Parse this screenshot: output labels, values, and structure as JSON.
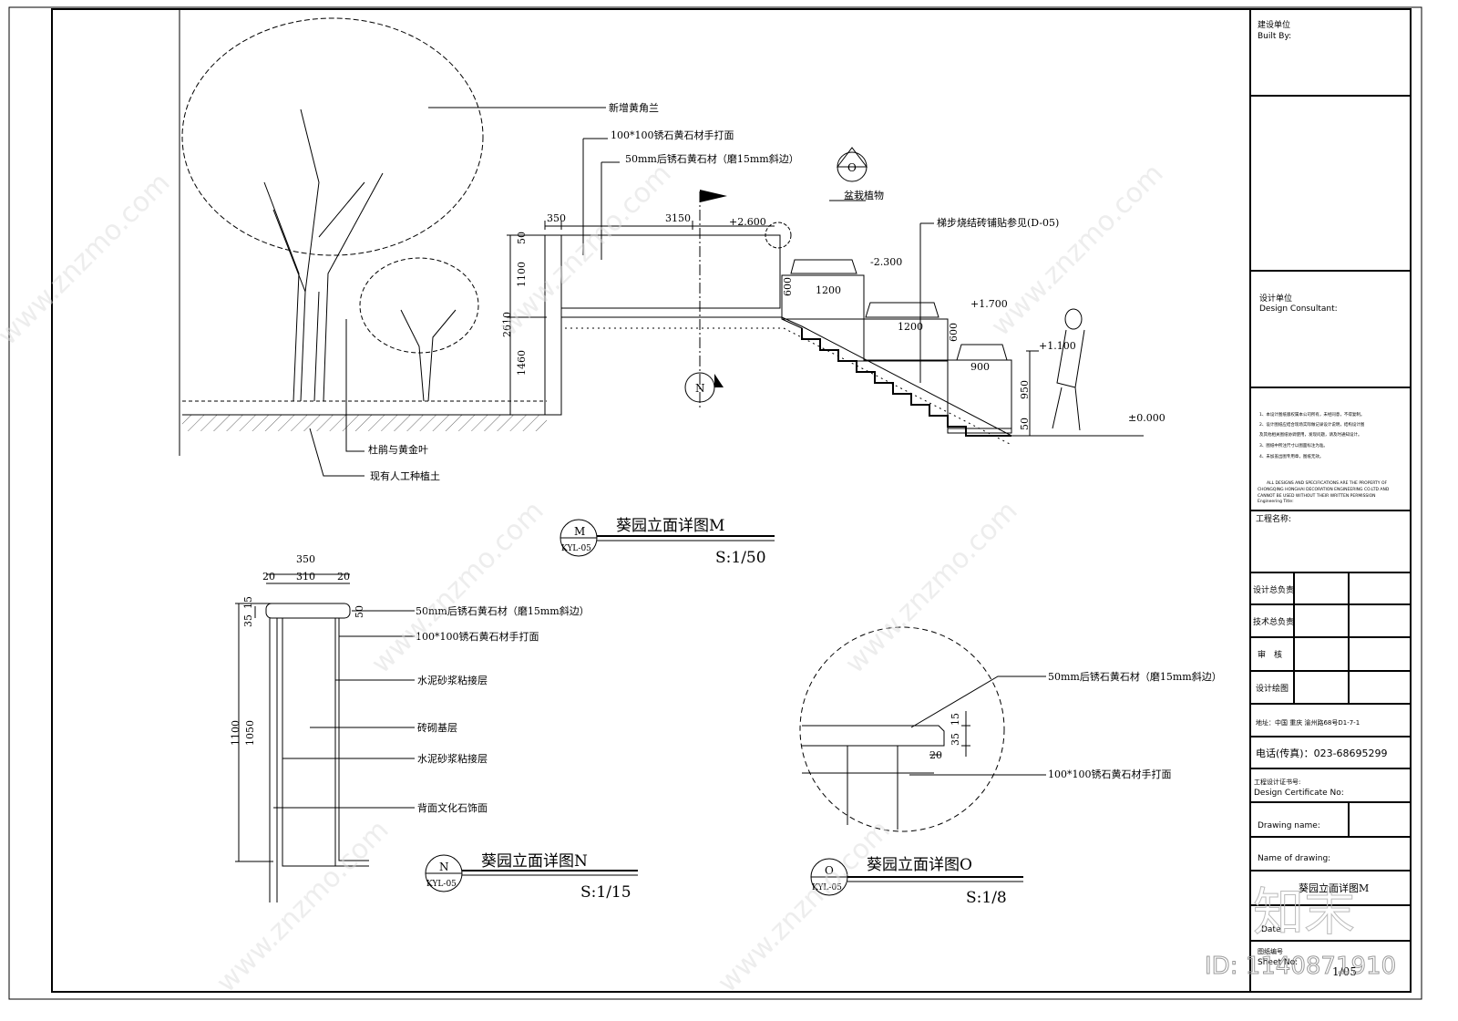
{
  "labels": {
    "plant_new": "新增黄角兰",
    "stone_100": "100*100锈石黄石材手打面",
    "stone_50": "50mm后锈石黄石材（磨15mm斜边）",
    "potted": "盆栽植物",
    "steps": "梯步烧结砖铺贴参见(D-05)",
    "azalea": "杜鹃与黄金叶",
    "soil": "现有人工种植土",
    "mortar1": "水泥砂浆粘接层",
    "brick": "砖砌基层",
    "mortar2": "水泥砂浆粘接层",
    "back": "背面文化石饰面"
  },
  "dims": {
    "d350": "350",
    "d3150": "3150",
    "d1100": "1100",
    "d2610": "2610",
    "d1460": "1460",
    "d50": "50",
    "d1200a": "1200",
    "d1200b": "1200",
    "d900": "900",
    "d600a": "600",
    "d600b": "600",
    "d950": "950",
    "d50b": "50",
    "e2600": "+2.600",
    "e2300": "-2.300",
    "e1700": "+1.700",
    "e1100": "+1.100",
    "e0": "±0.000",
    "n350": "350",
    "n310": "310",
    "n20a": "20",
    "n20b": "20",
    "n35": "35",
    "n15": "15",
    "n50": "50",
    "n1100": "1100",
    "n1050": "1050",
    "o35": "35",
    "o15": "15",
    "o20": "20"
  },
  "sections": [
    {
      "id": "M",
      "ref": "KYL-05",
      "title": "葵园立面详图M",
      "scale": "S:1/50"
    },
    {
      "id": "N",
      "ref": "KYL-05",
      "title": "葵园立面详图N",
      "scale": "S:1/15"
    },
    {
      "id": "O",
      "ref": "KYL-05",
      "title": "葵园立面详图O",
      "scale": "S:1/8"
    }
  ],
  "markers": {
    "o": "O",
    "n": "N"
  },
  "title_block": {
    "built_cn": "建设单位",
    "built_en": "Built By:",
    "consult_cn": "设计单位",
    "consult_en": "Design Consultant:",
    "notes": [
      "1、本设计图纸版权属本公司所有，未经同意，不得复制。",
      "2、设计图纸应结合现场实际做记录设计说明，结构设计图",
      "   及其他相关图纸协调使用，发现问题，请及时通知设计。",
      "3、图纸中所注尺寸以图面标注为准。",
      "4、未加盖出图专用章，图纸无效。"
    ],
    "copyright": [
      "ALL DESIGNS AND SPECIFICATIONS ARE THE PROPERTY OF",
      "CHONGQING HONGHAI DECORATION ENGINEERING CO.LTD AND",
      "CANNOT BE USED WITHOUT THEIR WRITTEN PERMISSION",
      "Engineering Title:"
    ],
    "project": "工程名称:",
    "roles": [
      "设计总负责",
      "技术总负责",
      "审　核",
      "设计绘图"
    ],
    "address": "地址：中国 重庆 渝州路68号D1-7-1",
    "phone": "电话(传真)：023-68695299",
    "cert_cn": "工程设计证书号:",
    "cert_en": "Design Certificate No:",
    "drawing_name": "Drawing name:",
    "name_of_drawing": "Name of drawing:",
    "drawing_title": "葵园立面详图M",
    "date": "Date",
    "sheet_cn": "图纸编号",
    "sheet_en": "Sheet No:",
    "sheet_value": "1/05"
  },
  "watermark": {
    "site": "www.znzmo.com",
    "brand": "知末",
    "id": "ID: 1140871910"
  }
}
